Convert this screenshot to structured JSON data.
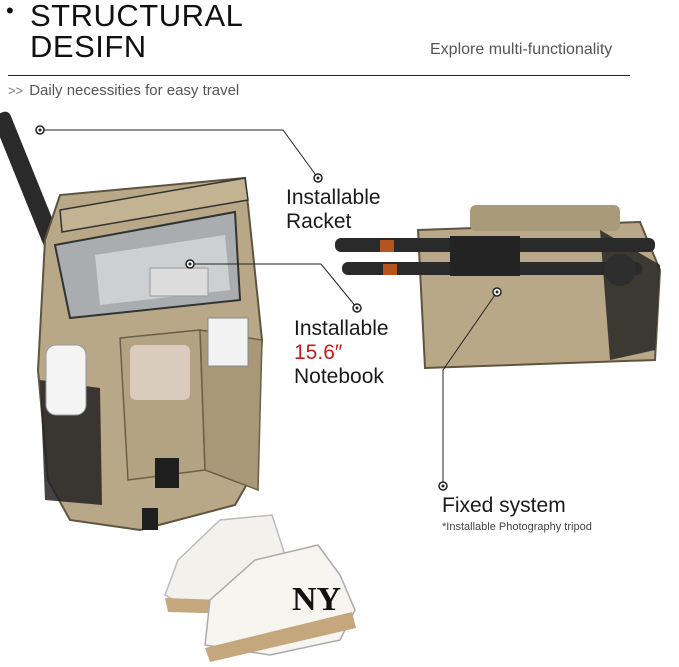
{
  "header": {
    "title_line1": "STRUCTURAL",
    "title_line2": "DESIFN",
    "subtitle": "Explore multi-functionality",
    "tagline": "Daily necessities for easy travel",
    "tagline_marker": ">>"
  },
  "callouts": {
    "racket": {
      "line1": "Installable",
      "line2": "Racket"
    },
    "notebook": {
      "line1": "Installable",
      "size": "15.6″",
      "line3": "Notebook"
    },
    "fixed": {
      "title": "Fixed system",
      "note": "*Installable Photography tripod"
    }
  },
  "colors": {
    "bag": "#b8a887",
    "bag_dark": "#9d8e6f",
    "accent_red": "#c81d1d",
    "line": "#222222"
  }
}
